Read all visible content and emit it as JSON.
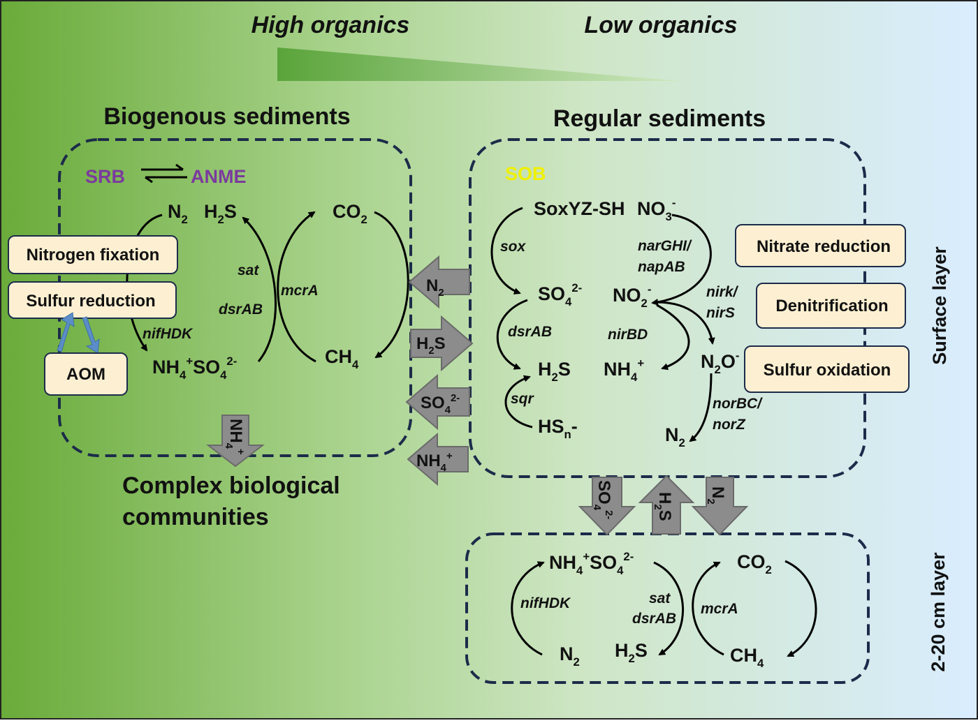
{
  "colors": {
    "gradient_left": "#6fae3f",
    "gradient_mid": "#c9e3b7",
    "gradient_right": "#d8ecff",
    "dashed_border": "#1c2b4a",
    "label_box_fill": "#fdf0d2",
    "srb_anme": "#7b3a9e",
    "sob": "#f0f000",
    "flux_arrow": "#8c8c8c",
    "aom_arrows": "#5b8ec9"
  },
  "header": {
    "high_organics": "High organics",
    "low_organics": "Low organics"
  },
  "biogenous": {
    "title": "Biogenous sediments",
    "srb": "SRB",
    "anme": "ANME",
    "n2": "N",
    "n2_sub": "2",
    "h2s_h": "H",
    "h2s_sub": "2",
    "h2s_s": "S",
    "co2": "CO",
    "co2_sub": "2",
    "ch4": "CH",
    "ch4_sub": "4",
    "nh4": "NH",
    "nh4_sub": "4",
    "nh4_sup": "+",
    "so4": "SO",
    "so4_sub": "4",
    "so4_sup": "2-",
    "gene_sat": "sat",
    "gene_dsrab": "dsrAB",
    "gene_mcra": "mcrA",
    "gene_nifhdk": "nifHDK",
    "box_nitrogen_fixation": "Nitrogen fixation",
    "box_sulfur_reduction": "Sulfur reduction",
    "box_aom": "AOM",
    "down_arrow_nh": "NH",
    "down_arrow_sub": "4",
    "down_arrow_sup": "+",
    "communities_line1": "Complex biological",
    "communities_line2": "communities"
  },
  "exchange": {
    "n2": "N",
    "n2_sub": "2",
    "h2s_h": "H",
    "h2s_sub": "2",
    "h2s_s": "S",
    "so4": "SO",
    "so4_sub": "4",
    "so4_sup": "2-",
    "nh4": "NH",
    "nh4_sub": "4",
    "nh4_sup": "+"
  },
  "regular": {
    "title": "Regular sediments",
    "sob": "SOB",
    "soxyz": "SoxYZ-SH",
    "no3": "NO",
    "no3_sub": "3",
    "no3_sup": "-",
    "so4": "SO",
    "so4_sub": "4",
    "so4_sup": "2-",
    "no2": "NO",
    "no2_sub": "2",
    "no2_sup": "-",
    "h2s_h": "H",
    "h2s_sub": "2",
    "h2s_s": "S",
    "nh4": "NH",
    "nh4_sub": "4",
    "nh4_sup": "+",
    "n2o_n": "N",
    "n2o_sub": "2",
    "n2o_o": "O",
    "n2o_sup": "-",
    "hsn_hs": "HS",
    "hsn_sub": "n",
    "hsn_dash": "-",
    "n2": "N",
    "n2_sub": "2",
    "gene_sox": "sox",
    "gene_narghi": "narGHI/",
    "gene_napab": "napAB",
    "gene_nirk": "nirk/",
    "gene_nirs": "nirS",
    "gene_dsrab": "dsrAB",
    "gene_nirbd": "nirBD",
    "gene_sqr": "sqr",
    "gene_norbc": "norBC/",
    "gene_norz": "norZ",
    "box_nitrate_reduction": "Nitrate reduction",
    "box_denitrification": "Denitrification",
    "box_sulfur_oxidation": "Sulfur oxidation",
    "surface_layer": "Surface layer"
  },
  "vertical_flux": {
    "so4": "SO",
    "so4_sub": "4",
    "so4_sup": "2-",
    "h2s_h": "H",
    "h2s_sub": "2",
    "h2s_s": "S",
    "n2": "N",
    "n2_sub": "2"
  },
  "deep": {
    "nh4": "NH",
    "nh4_sub": "4",
    "nh4_sup": "+",
    "so4": "SO",
    "so4_sub": "4",
    "so4_sup": "2-",
    "co2": "CO",
    "co2_sub": "2",
    "n2": "N",
    "n2_sub": "2",
    "h2s_h": "H",
    "h2s_sub": "2",
    "h2s_s": "S",
    "ch4": "CH",
    "ch4_sub": "4",
    "gene_nifhdk": "nifHDK",
    "gene_sat": "sat",
    "gene_dsrab": "dsrAB",
    "gene_mcra": "mcrA",
    "layer_label": "2-20 cm layer"
  }
}
